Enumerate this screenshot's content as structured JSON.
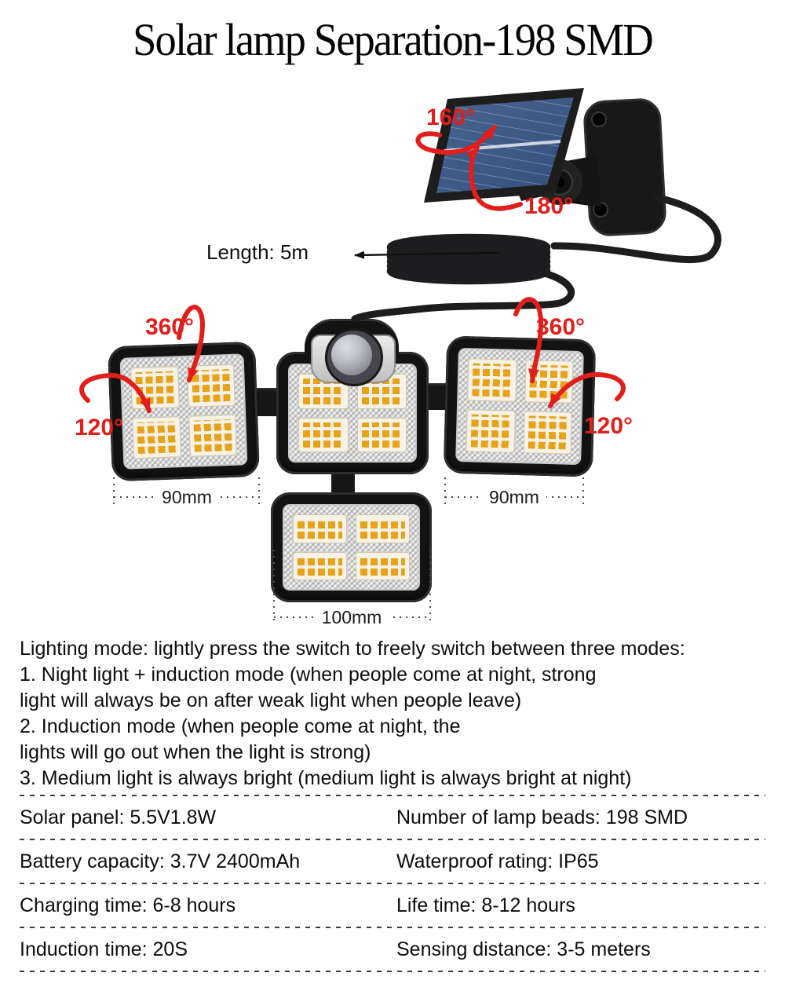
{
  "title": "Solar lamp Separation-198 SMD",
  "diagram": {
    "solar_panel": {
      "horizontal_angle": "160°",
      "vertical_angle": "180°"
    },
    "cable": {
      "length_label": "Length: 5m"
    },
    "left_head": {
      "rotation_angle": "360°",
      "swivel_angle": "120°",
      "width": "90mm"
    },
    "right_head": {
      "rotation_angle": "360°",
      "swivel_angle": "120°",
      "width": "90mm"
    },
    "bottom_head": {
      "width": "100mm"
    }
  },
  "description_lines": [
    "Lighting mode: lightly press the switch to freely switch between three modes:",
    "1. Night light + induction mode (when people come at night, strong",
    "light will always be on after weak light when people leave)",
    "2. Induction mode (when people come at night, the",
    "lights will go out when the light is strong)",
    "3. Medium light is always bright (medium light is always bright at night)"
  ],
  "specs": [
    {
      "left": "Solar panel: 5.5V1.8W",
      "right": "Number of lamp beads: 198 SMD"
    },
    {
      "left": "Battery capacity: 3.7V 2400mAh",
      "right": "Waterproof rating: IP65"
    },
    {
      "left": "Charging time: 6-8 hours",
      "right": "Life time: 8-12 hours"
    },
    {
      "left": "Induction time: 20S",
      "right": "Sensing distance: 3-5 meters"
    }
  ],
  "colors": {
    "accent_red": "#e11e1a",
    "panel_blue": "#3f5c8c",
    "led_amber": "#e8a21a",
    "plastic_black": "#161616"
  }
}
